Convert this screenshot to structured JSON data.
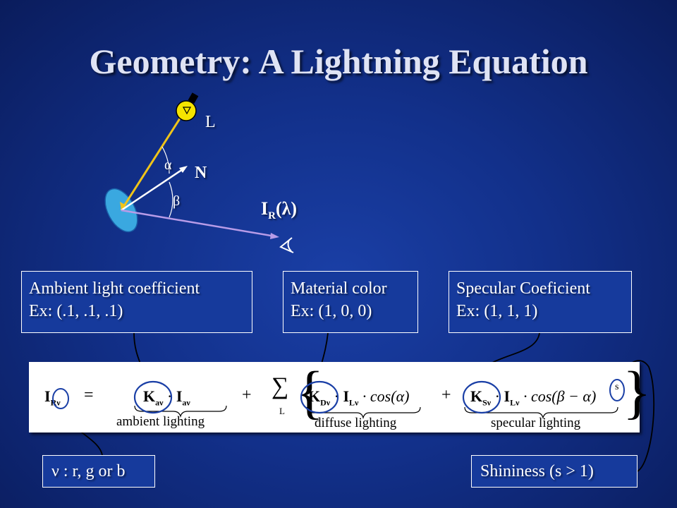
{
  "title": "Geometry: A Lightning Equation",
  "diagram": {
    "light_label": "L",
    "normal_label": "N",
    "alpha_label": "α",
    "beta_label": "β",
    "reflected_label": "I",
    "reflected_sub": "R",
    "reflected_arg": "(λ)"
  },
  "callouts": {
    "ambient": {
      "line1": "Ambient light coefficient",
      "line2": "Ex: (.1, .1, .1)"
    },
    "material": {
      "line1": "Material color",
      "line2": "Ex: (1, 0, 0)"
    },
    "specular": {
      "line1": "Specular Coeficient",
      "line2": "Ex: (1, 1, 1)"
    },
    "nu": {
      "text": "ν : r, g or b"
    },
    "shininess": {
      "text": "Shininess (s > 1)"
    }
  },
  "equation": {
    "lhs": "I",
    "lhs_sub": "Rν",
    "equals": "=",
    "ka": "K",
    "ka_sub": "aν",
    "dot": "·",
    "ia": "I",
    "ia_sub": "aν",
    "plus": "+",
    "sum": "∑",
    "sum_sub": "L",
    "kd": "K",
    "kd_sub": "Dν",
    "il": "I",
    "il_sub": "Lν",
    "cos_alpha": "· cos(α)",
    "ks": "K",
    "ks_sub": "Sν",
    "cos_beta": "· cos(β − α)",
    "exp": "s",
    "ambient_label": "ambient lighting",
    "diffuse_label": "diffuse lighting",
    "specular_label": "specular lighting"
  },
  "colors": {
    "background": "#12308a",
    "light_ray": "#f0c419",
    "reflected_ray": "#b89ce8",
    "surface": "#3aa8e0",
    "highlight_circle": "#1a3fa6"
  }
}
